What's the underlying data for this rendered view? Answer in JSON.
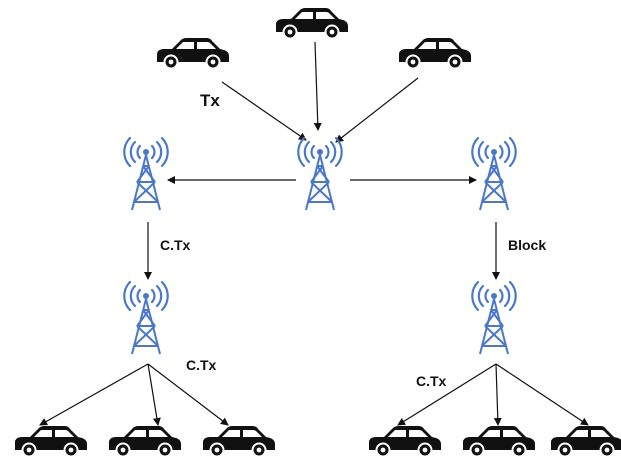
{
  "colors": {
    "tower": "#4a78c8",
    "car": "#111111",
    "arrow": "#111111",
    "background": "#ffffff"
  },
  "icons": {
    "tower": "radio-tower-icon",
    "car": "car-icon"
  },
  "labels": {
    "tx": "Tx",
    "ctx_left_mid": "C.Tx",
    "ctx_left_bottom": "C.Tx",
    "block": "Block",
    "ctx_right_bottom": "C.Tx"
  }
}
